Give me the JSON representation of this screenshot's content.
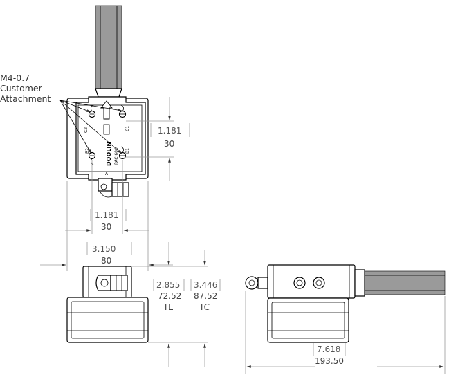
{
  "callout": {
    "line1": "M4-0.7",
    "line2": "Customer",
    "line3": "Attachment"
  },
  "top_view": {
    "logo_text": "DOOLIN",
    "model_text": "PAC 600",
    "port_labels": [
      "C2",
      "C1",
      "B2",
      "B1",
      "A"
    ],
    "hole_spacing_vertical": {
      "inches": "1.181",
      "mm": "30"
    },
    "hole_spacing_horizontal": {
      "inches": "1.181",
      "mm": "30"
    },
    "body_width": {
      "inches": "3.150",
      "mm": "80"
    }
  },
  "front_view": {
    "height_tl": {
      "inches": "2.855",
      "mm": "72.52",
      "tag": "TL"
    },
    "height_tc": {
      "inches": "3.446",
      "mm": "87.52",
      "tag": "TC"
    }
  },
  "side_view": {
    "overall_length": {
      "inches": "7.618",
      "mm": "193.50"
    }
  }
}
